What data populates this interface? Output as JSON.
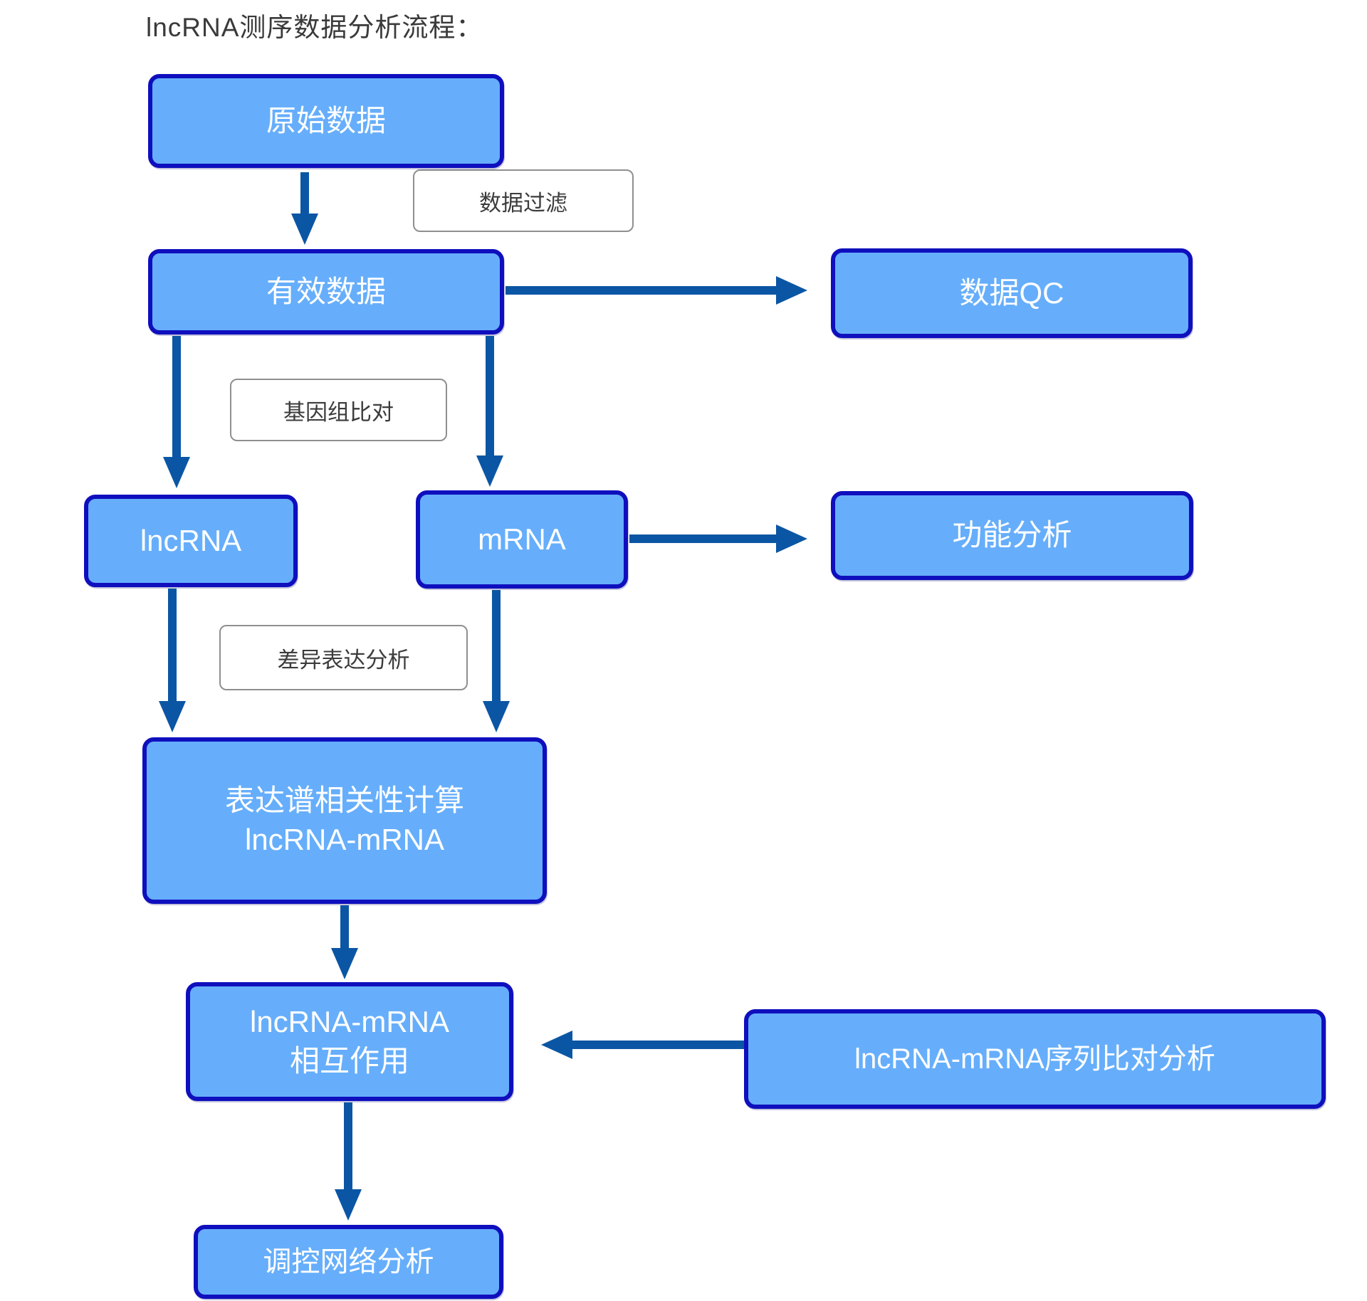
{
  "title": "lncRNA测序数据分析流程：",
  "colors": {
    "node_fill": "#66aefb",
    "node_border": "#0f0fbe",
    "node_text": "#ffffff",
    "arrow": "#0b56a4",
    "label_border": "#8f8f8f",
    "label_text": "#3c3c3c",
    "title_text": "#3a3a3a"
  },
  "nodes": {
    "raw_data": {
      "label": "原始数据"
    },
    "valid_data": {
      "label": "有效数据"
    },
    "data_qc": {
      "label": "数据QC"
    },
    "lncrna": {
      "label": "lncRNA"
    },
    "mrna": {
      "label": "mRNA"
    },
    "functional_analysis": {
      "label": "功能分析"
    },
    "correlation": {
      "line1": "表达谱相关性计算",
      "line2": "lncRNA-mRNA"
    },
    "interaction": {
      "line1": "lncRNA-mRNA",
      "line2": "相互作用"
    },
    "seq_alignment": {
      "label": "lncRNA-mRNA序列比对分析"
    },
    "network": {
      "label": "调控网络分析"
    }
  },
  "process_labels": {
    "data_filter": "数据过滤",
    "genome_alignment": "基因组比对",
    "diff_expression": "差异表达分析"
  }
}
